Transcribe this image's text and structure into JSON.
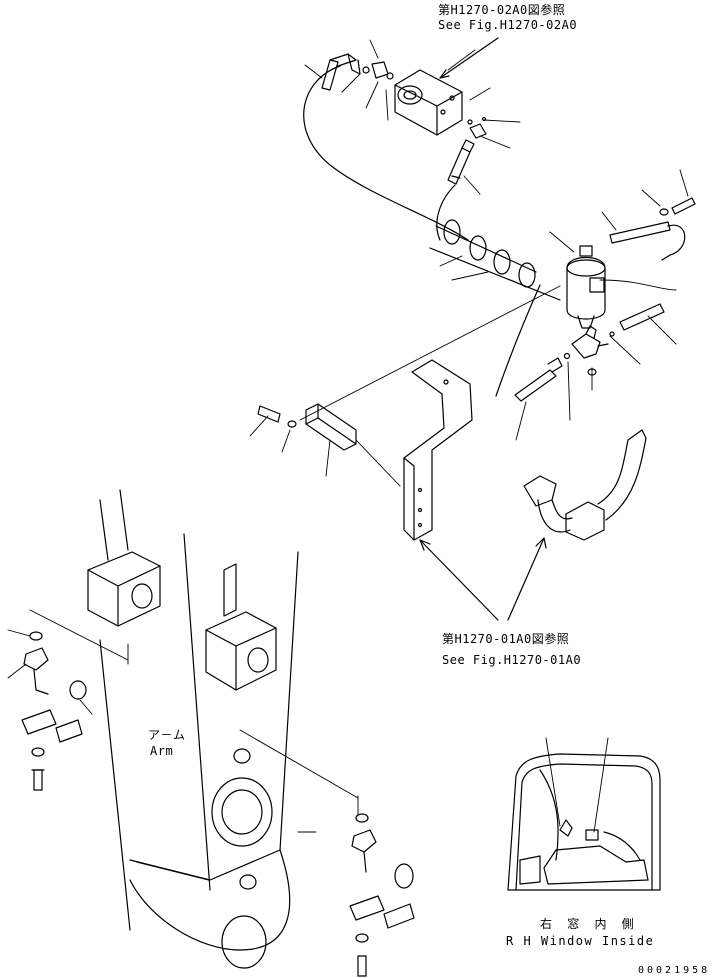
{
  "references": {
    "top": {
      "line1": "第H1270-02A0図参照",
      "line2": "See Fig.H1270-02A0"
    },
    "bottom": {
      "line1": "第H1270-01A0図参照",
      "line2": "See Fig.H1270-01A0"
    }
  },
  "arm_label": {
    "jp": "ア－ム",
    "en": "Arm"
  },
  "window_label": {
    "jp": "右 窓 内 側",
    "en": "R H  Window Inside"
  },
  "drawing_number": "00021958"
}
